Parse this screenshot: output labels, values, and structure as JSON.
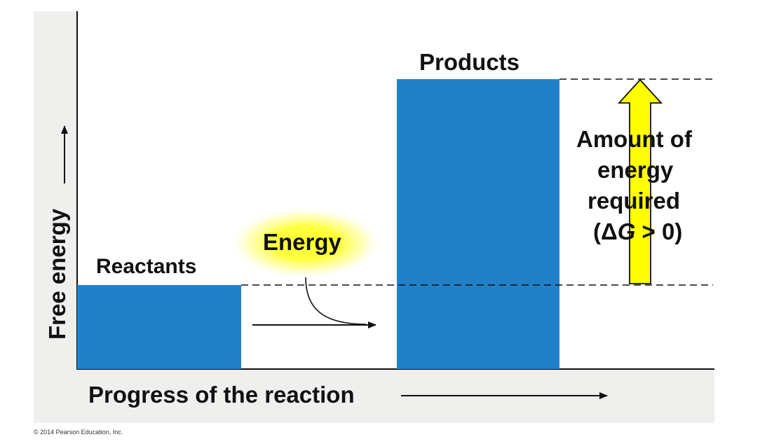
{
  "diagram": {
    "y_axis_label": "Free energy",
    "x_axis_label": "Progress of the reaction",
    "reactants_label": "Reactants",
    "products_label": "Products",
    "energy_input_label": "Energy",
    "required_label_lines": [
      "Amount of",
      "energy",
      "required"
    ],
    "delta_g": {
      "open": "(",
      "delta": "Δ",
      "g": "G",
      "rel": " > 0)"
    }
  },
  "levels": {
    "reactants_free_energy": 1,
    "products_free_energy": 3.1
  },
  "colors": {
    "bar_blue": "#2280c8",
    "arrow_yellow": "#ffff00",
    "glow_yellow": "#ffff33",
    "panel_gray": "#efefed"
  },
  "copyright": "© 2014 Pearson Education, Inc."
}
